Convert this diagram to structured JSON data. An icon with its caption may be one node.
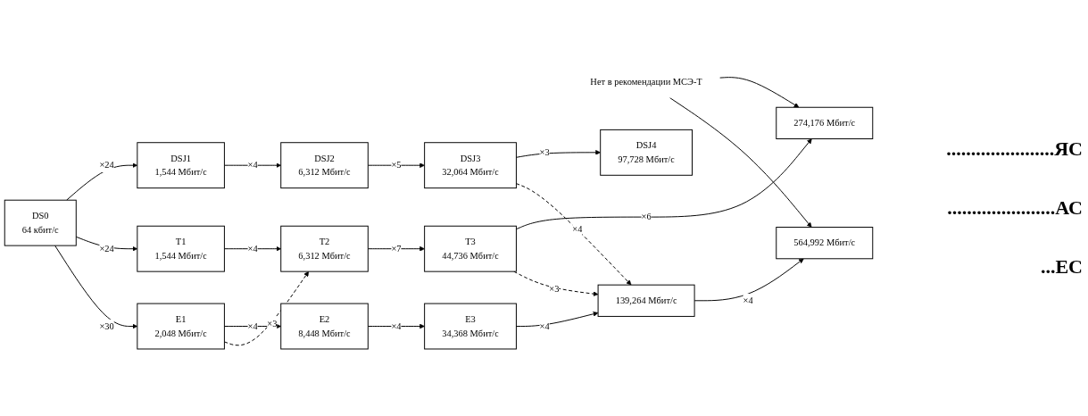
{
  "diagram": {
    "nodes": [
      {
        "text": [
          "DS0",
          "64 кбит/с"
        ]
      },
      {
        "text": [
          "DSJ1",
          "1,544 Мбит/с"
        ]
      },
      {
        "text": [
          "DSJ2",
          "6,312 Мбит/с"
        ]
      },
      {
        "text": [
          "DSJ3",
          "32,064 Мбит/с"
        ]
      },
      {
        "text": [
          "DSJ4",
          "97,728 Мбит/с"
        ]
      },
      {
        "text": [
          "T1",
          "1,544 Мбит/с"
        ]
      },
      {
        "text": [
          "T2",
          "6,312 Мбит/с"
        ]
      },
      {
        "text": [
          "T3",
          "44,736 Мбит/с"
        ]
      },
      {
        "text": [
          "274,176 Мбит/с"
        ]
      },
      {
        "text": [
          "E1",
          "2,048 Мбит/с"
        ]
      },
      {
        "text": [
          "E2",
          "8,448 Мбит/с"
        ]
      },
      {
        "text": [
          "E3",
          "34,368 Мбит/с"
        ]
      },
      {
        "text": [
          "139,264 Мбит/с"
        ]
      },
      {
        "text": [
          "564,992 Мбит/с"
        ]
      },
      {
        "text": [
          "Нет в рекомендации МСЭ-Т"
        ]
      }
    ],
    "edges": [
      {
        "from": 0,
        "to": 1,
        "arrow": "to",
        "label": "×24"
      },
      {
        "from": 0,
        "to": 5,
        "arrow": "to",
        "label": "×24"
      },
      {
        "from": 0,
        "to": 9,
        "arrow": "to",
        "label": "×30"
      },
      {
        "from": 1,
        "to": 2,
        "arrow": "to",
        "label": "×4"
      },
      {
        "from": 2,
        "to": 3,
        "arrow": "to",
        "label": "×5"
      },
      {
        "from": 3,
        "to": 4,
        "arrow": "to",
        "label": "×3"
      },
      {
        "from": 5,
        "to": 6,
        "arrow": "to",
        "label": "×4"
      },
      {
        "from": 6,
        "to": 7,
        "arrow": "to",
        "label": "×7"
      },
      {
        "from": 7,
        "to": 8,
        "arrow": "to",
        "label": "×6"
      },
      {
        "from": 9,
        "to": 10,
        "arrow": "to",
        "label": "×4"
      },
      {
        "from": 10,
        "to": 11,
        "arrow": "to",
        "label": "×4"
      },
      {
        "from": 11,
        "to": 12,
        "arrow": "to",
        "label": "×4"
      },
      {
        "from": 12,
        "to": 13,
        "arrow": "to",
        "label": "×4"
      },
      {
        "from": 9,
        "to": 6,
        "arrow": "to",
        "label": "×3",
        "style": "dashed"
      },
      {
        "from": 7,
        "to": 12,
        "arrow": "to",
        "label": "×3",
        "style": "dashed"
      },
      {
        "from": 3,
        "to": 12,
        "arrow": "to",
        "label": "×4",
        "style": "dashed"
      },
      {
        "from": 14,
        "to": 8,
        "arrow": "to"
      },
      {
        "from": 14,
        "to": 13,
        "arrow": "to"
      }
    ],
    "labels": [
      "......................ЯС",
      "......................АС",
      "...ЕС"
    ]
  }
}
